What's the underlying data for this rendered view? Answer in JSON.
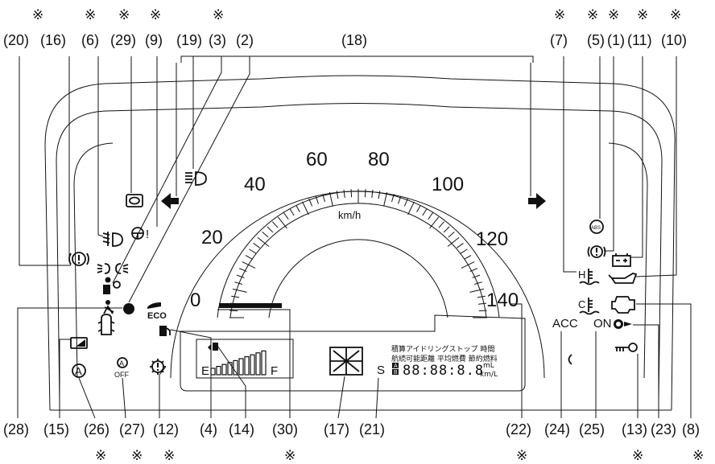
{
  "callouts_top": [
    {
      "id": "20",
      "label": "(20)",
      "note": ""
    },
    {
      "id": "16",
      "label": "(16)",
      "note": "※"
    },
    {
      "id": "6",
      "label": "(6)",
      "note": "※"
    },
    {
      "id": "29",
      "label": "(29)",
      "note": "※"
    },
    {
      "id": "9",
      "label": "(9)",
      "note": "※"
    },
    {
      "id": "19",
      "label": "(19)",
      "note": ""
    },
    {
      "id": "3",
      "label": "(3)",
      "note": "※"
    },
    {
      "id": "2",
      "label": "(2)",
      "note": ""
    },
    {
      "id": "18",
      "label": "(18)",
      "note": ""
    },
    {
      "id": "7",
      "label": "(7)",
      "note": "※"
    },
    {
      "id": "5",
      "label": "(5)",
      "note": "※"
    },
    {
      "id": "1",
      "label": "(1)",
      "note": "※"
    },
    {
      "id": "11",
      "label": "(11)",
      "note": "※"
    },
    {
      "id": "10",
      "label": "(10)",
      "note": "※"
    }
  ],
  "callouts_bottom": [
    {
      "id": "28",
      "label": "(28)",
      "note": ""
    },
    {
      "id": "15",
      "label": "(15)",
      "note": ""
    },
    {
      "id": "26",
      "label": "(26)",
      "note": "※"
    },
    {
      "id": "27",
      "label": "(27)",
      "note": "※"
    },
    {
      "id": "12",
      "label": "(12)",
      "note": "※"
    },
    {
      "id": "4",
      "label": "(4)",
      "note": ""
    },
    {
      "id": "14",
      "label": "(14)",
      "note": ""
    },
    {
      "id": "30",
      "label": "(30)",
      "note": "※"
    },
    {
      "id": "17",
      "label": "(17)",
      "note": ""
    },
    {
      "id": "21",
      "label": "(21)",
      "note": ""
    },
    {
      "id": "22",
      "label": "(22)",
      "note": "※"
    },
    {
      "id": "24",
      "label": "(24)",
      "note": ""
    },
    {
      "id": "25",
      "label": "(25)",
      "note": ""
    },
    {
      "id": "13",
      "label": "(13)",
      "note": "※"
    },
    {
      "id": "23",
      "label": "(23)",
      "note": ""
    },
    {
      "id": "8",
      "label": "(8)",
      "note": "※"
    }
  ],
  "speedometer": {
    "unit": "km/h",
    "ticks": [
      "0",
      "20",
      "40",
      "60",
      "80",
      "100",
      "120",
      "140"
    ]
  },
  "fuel_gauge": {
    "empty": "E",
    "full": "F"
  },
  "display": {
    "line1": "積算アイドリングストップ 時間",
    "line2": "航続可能距離  平均燃費  節約燃料",
    "segments": "88:88:8.8",
    "unit_top": "mL",
    "unit_bottom": "km/L",
    "mode_letter": "S",
    "ab_top": "A",
    "ab_bottom": "B"
  },
  "indicators": {
    "eco": "ECO",
    "acc": "ACC",
    "on": "ON",
    "abs": "ABS",
    "auto_stop": "A",
    "auto_stop_off_letter": "A",
    "auto_stop_off_text": "OFF"
  }
}
